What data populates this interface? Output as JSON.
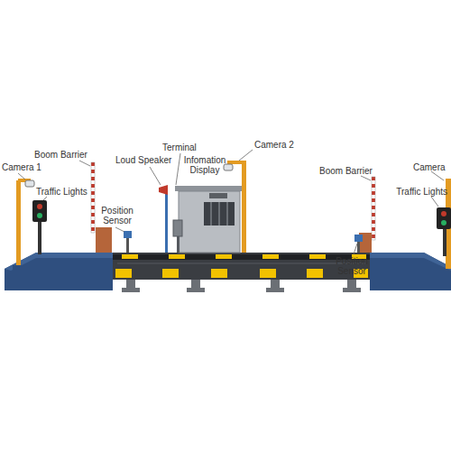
{
  "diagram": {
    "labels": [
      "Camera 1",
      "Boom Barrier",
      "Traffic Lights",
      "Loud Speaker",
      "Terminal",
      "Infomation Display",
      "Camera 2",
      "Position Sensor",
      "Boom Barrier",
      "Position Sensor",
      "Camera",
      "Traffic Lights"
    ]
  }
}
